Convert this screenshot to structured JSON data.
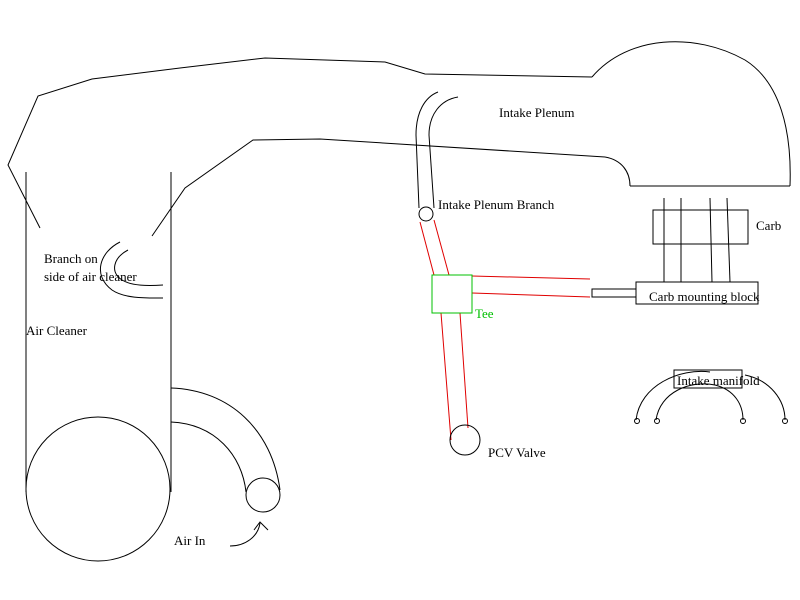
{
  "labels": {
    "intake_plenum": "Intake Plenum",
    "intake_plenum_branch": "Intake Plenum Branch",
    "carb": "Carb",
    "branch_on_side_line1": "Branch on",
    "branch_on_side_line2": "side of air cleaner",
    "air_cleaner": "Air Cleaner",
    "tee": "Tee",
    "carb_mounting_block": "Carb mounting block",
    "intake_manifold": "Intake manifold",
    "pcv_valve": "PCV Valve",
    "air_in": "Air In"
  },
  "colors": {
    "line": "#000000",
    "hose": "#e00000",
    "tee": "#00c000",
    "background": "#ffffff"
  }
}
